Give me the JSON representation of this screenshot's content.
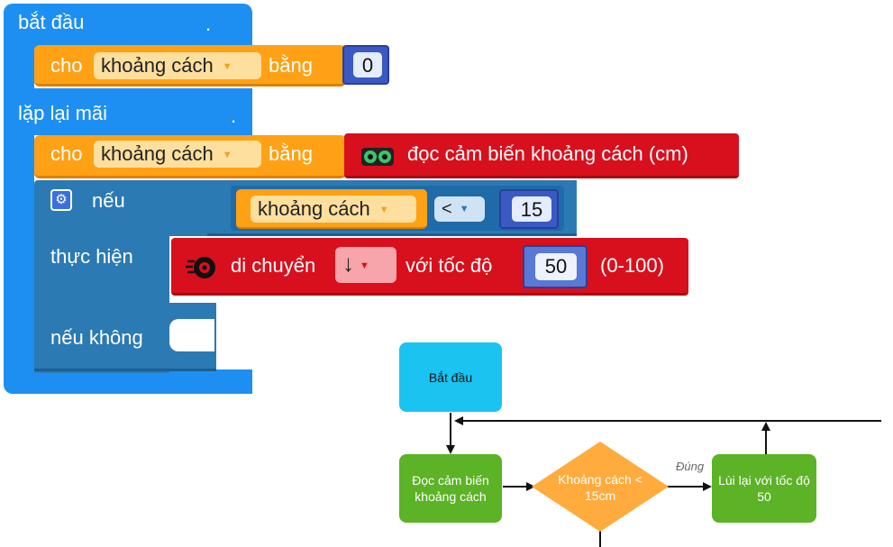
{
  "blocks": {
    "start_hat": {
      "label": "bắt đầu",
      "dot": "."
    },
    "set_var_1": {
      "label_cho": "cho",
      "var_name": "khoảng cách",
      "label_bang": "bằng",
      "value": "0"
    },
    "forever": {
      "label": "lặp lại mãi",
      "dot": "."
    },
    "set_var_2": {
      "label_cho": "cho",
      "var_name": "khoảng cách",
      "label_bang": "bằng",
      "sensor_label": "đọc cảm biến khoảng cách (cm)"
    },
    "if_block": {
      "label_if": "nếu",
      "label_do": "thực hiện",
      "label_else": "nếu không",
      "cond_var": "khoảng cách",
      "operator": "<",
      "cond_value": "15"
    },
    "move": {
      "label_move": "di chuyển",
      "direction": "↓",
      "label_speed": "với tốc độ",
      "speed": "50",
      "range": "(0-100)"
    }
  },
  "flowchart": {
    "start": "Bắt đầu",
    "read": "Đọc cảm biến khoảng cách",
    "condition": "Khoảng cách < 15cm",
    "yes_label": "Đúng",
    "action": "Lùi lại với tốc độ 50"
  },
  "colors": {
    "control_blue": "#1e8ff2",
    "variable_orange": "#ffa114",
    "sensor_red": "#d8101d",
    "logic_teal": "#2b7ab3",
    "flow_green": "#5bb325",
    "flow_cyan": "#1ac3f0",
    "flow_orange": "#ffab3d"
  },
  "icons": [
    "gear-icon",
    "ultrasonic-sensor-icon",
    "motor-wheel-icon",
    "dropdown-caret-icon"
  ]
}
